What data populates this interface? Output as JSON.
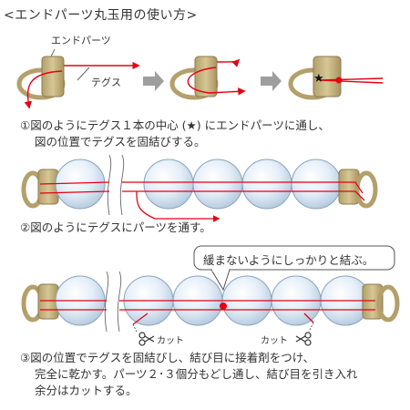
{
  "title": "<エンドパーツ丸玉用の使い方>",
  "labels": {
    "end_part": "エンドパーツ",
    "tegusu": "テグス"
  },
  "steps": {
    "step1_line1": "①図のようにテグス１本の中心 (★) にエンドパーツに通し、",
    "step1_line2": "図の位置でテグスを固結びする。",
    "step2": "②図のようにテグスにパーツを通す。",
    "step3_line1": "③図の位置でテグスを固結びし、結び目に接着剤をつけ、",
    "step3_line2": "完全に乾かす。パーツ２･３個分もどし通し、結び目を引き入れ",
    "step3_line3": "余分はカットする。"
  },
  "bubble": "緩まないようにしっかりと結ぶ。",
  "cut_labels": [
    "カット",
    "カット"
  ],
  "star_symbol": "★",
  "colors": {
    "line_red": "#e60012",
    "end_part_fill": "#c8b88a",
    "end_part_stroke": "#8b7a50",
    "bead_fill": "#dbe9f5",
    "bead_stroke": "#8aa4bd",
    "arrow_gray": "#9e9e9e"
  }
}
